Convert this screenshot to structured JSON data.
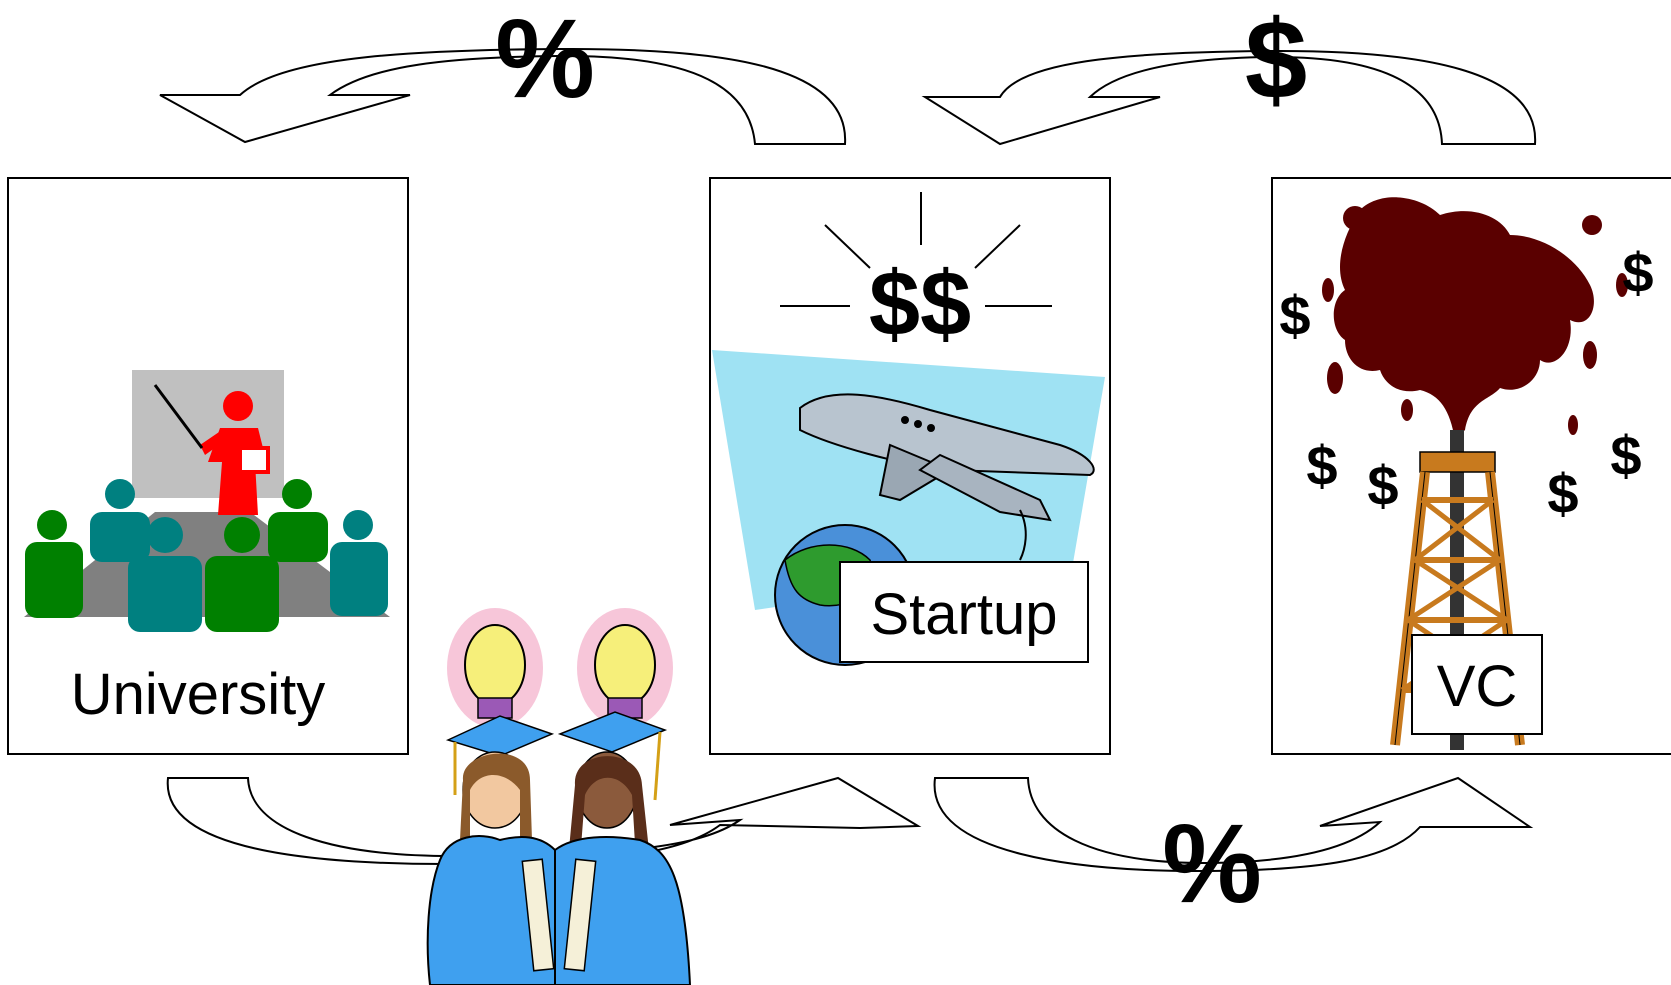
{
  "nodes": {
    "university": {
      "label": "University"
    },
    "startup": {
      "label": "Startup",
      "symbol": "$$"
    },
    "vc": {
      "label": "VC",
      "symbol": "$"
    }
  },
  "flows": {
    "startup_to_university": "%",
    "vc_to_startup": "$",
    "startup_to_vc": "%"
  },
  "icons": [
    "teacher-presentation-icon",
    "graduates-lightbulb-icon",
    "airplane-globe-icon",
    "oil-gusher-icon"
  ],
  "colors": {
    "teal": "#008080",
    "green": "#008000",
    "presenter_red": "#ff0000",
    "sky": "#9fe2f3",
    "oil": "#5a0000",
    "gown_blue": "#3fa0ef",
    "derrick": "#c87a1e"
  }
}
